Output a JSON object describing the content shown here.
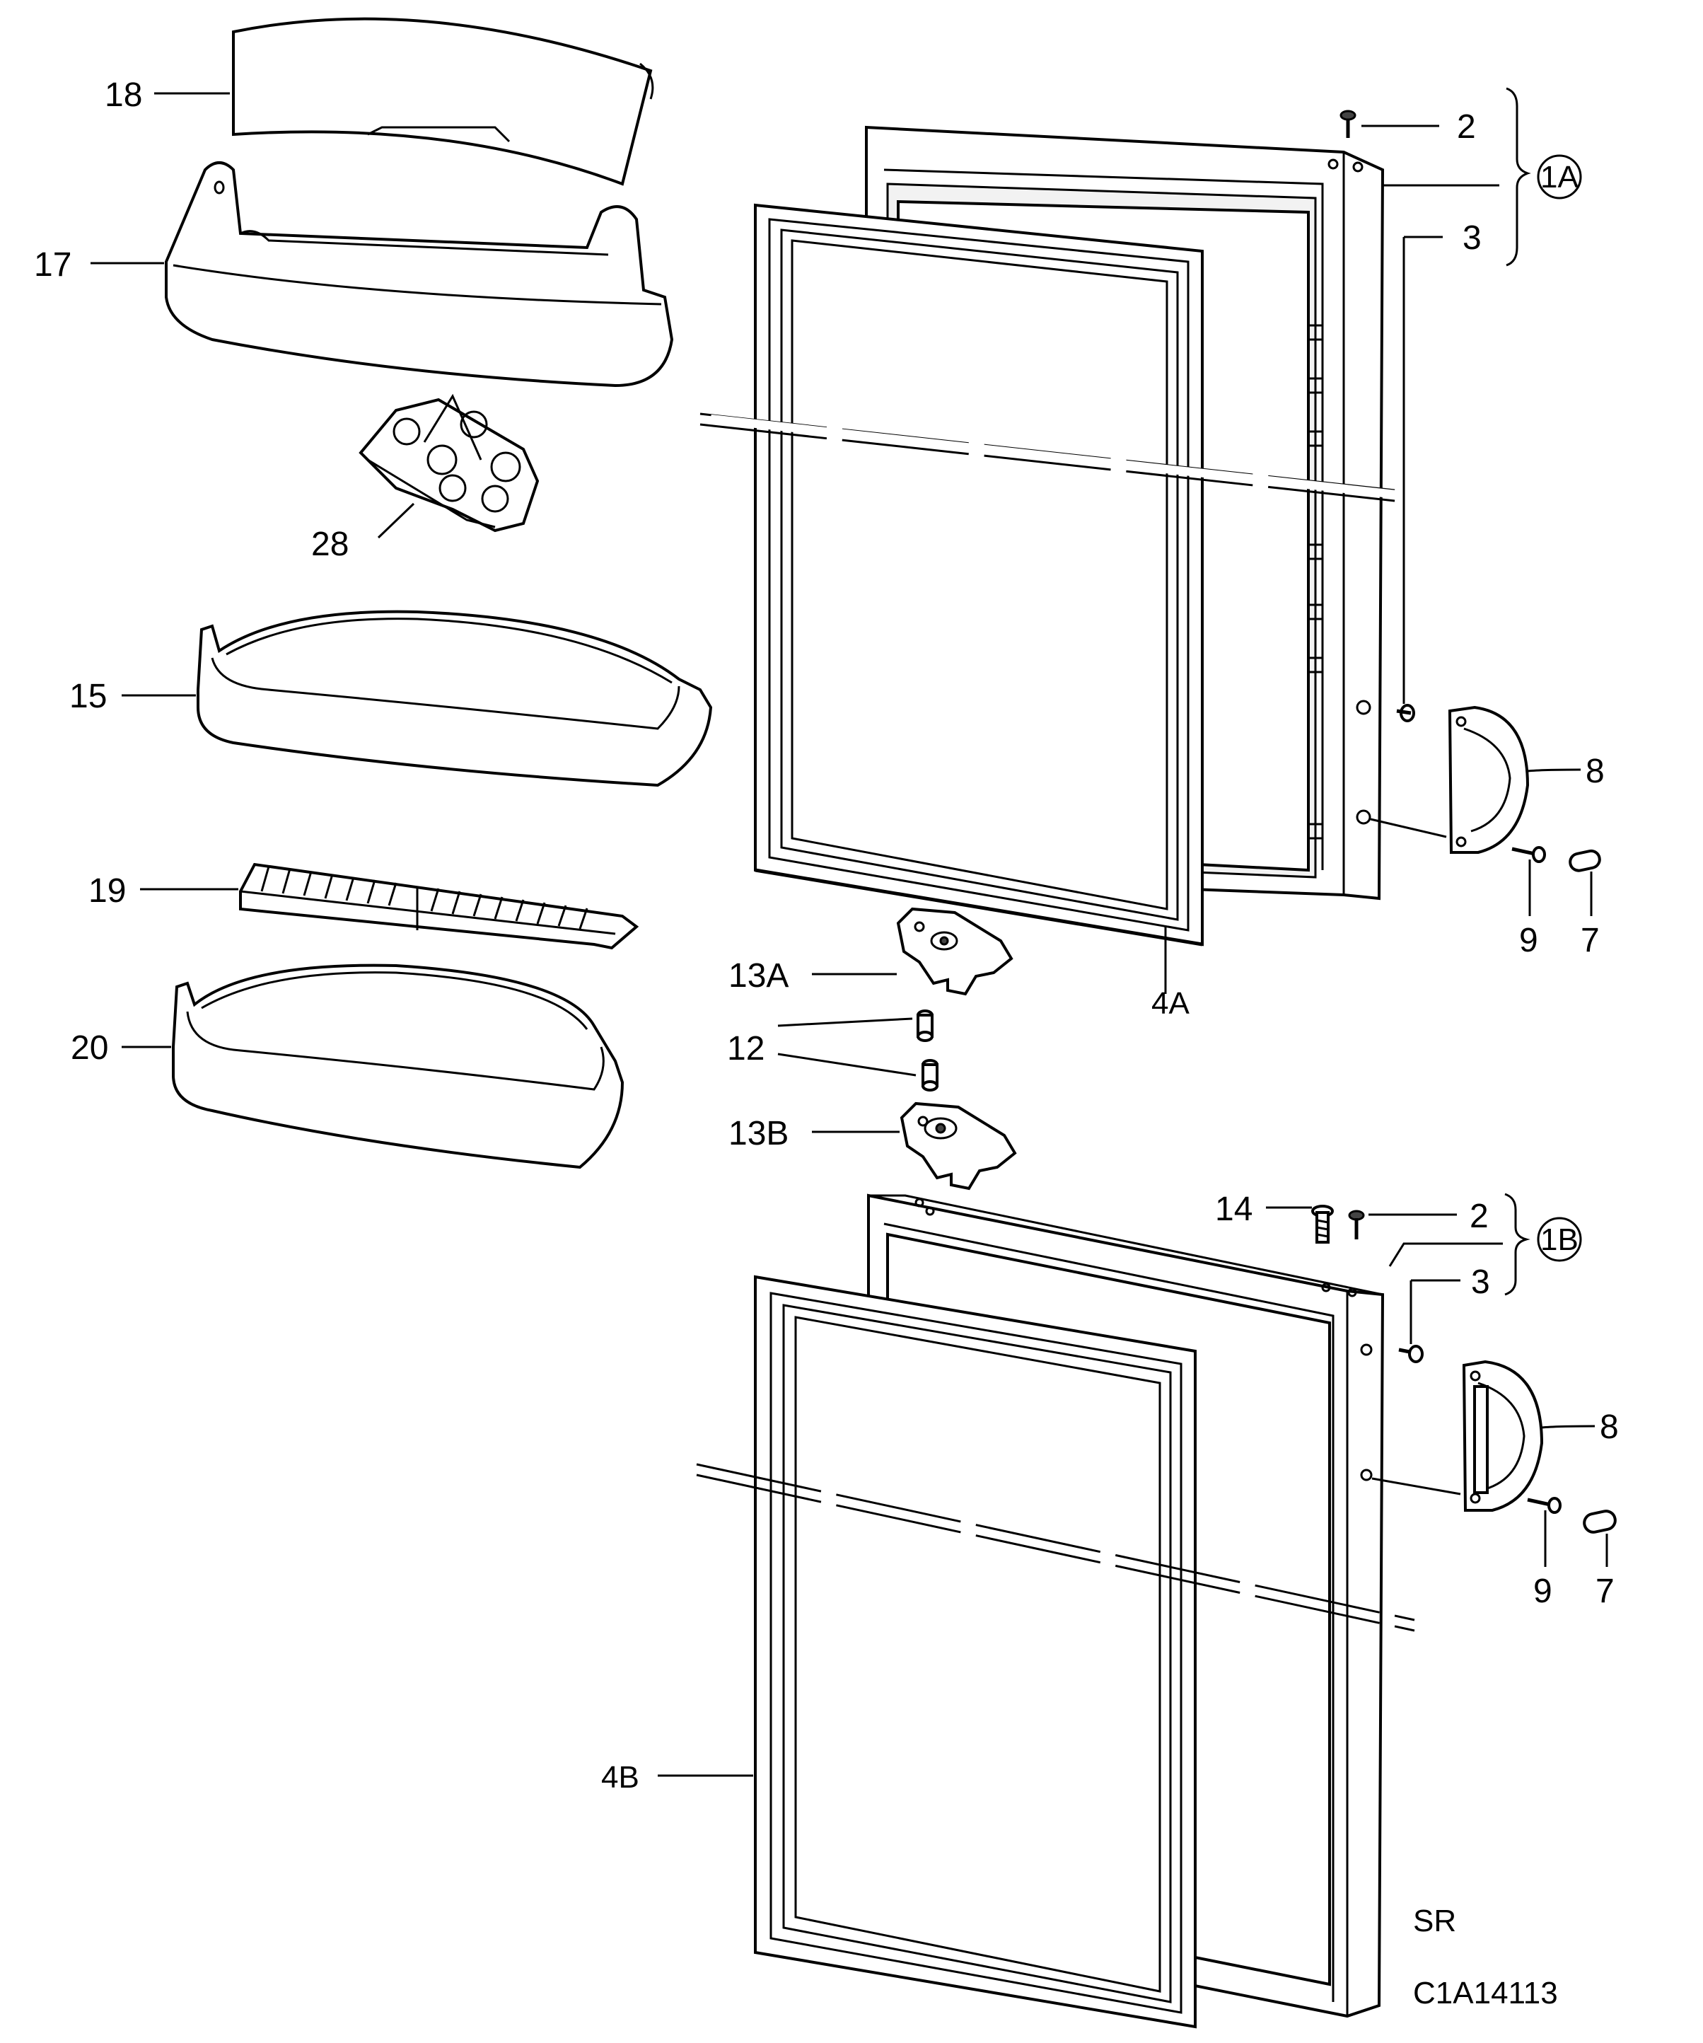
{
  "labels": {
    "l18": "18",
    "l17": "17",
    "l28": "28",
    "l15": "15",
    "l19": "19",
    "l20": "20",
    "l2a": "2",
    "l1a": "1A",
    "l3a": "3",
    "l8a": "8",
    "l9a": "9",
    "l7a": "7",
    "l4a": "4A",
    "l13a": "13A",
    "l12": "12",
    "l13b": "13B",
    "l14": "14",
    "l2b": "2",
    "l1b": "1B",
    "l3b": "3",
    "l8b": "8",
    "l9b": "9",
    "l7b": "7",
    "l4b": "4B",
    "sr": "SR",
    "code": "C1A14113"
  }
}
